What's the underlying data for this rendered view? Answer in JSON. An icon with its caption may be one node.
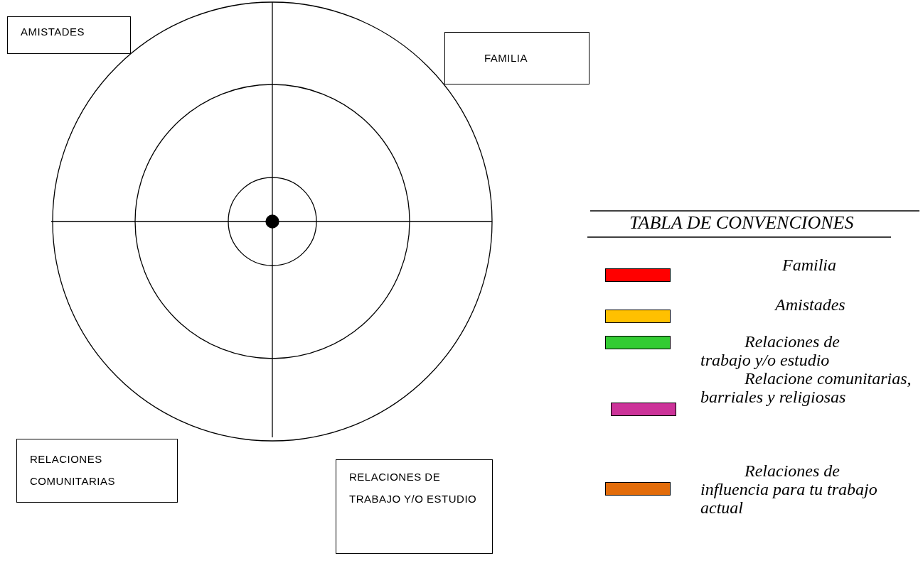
{
  "diagram": {
    "nodes": [
      {
        "text": [
          "AMISTADES"
        ]
      },
      {
        "text": [
          "FAMILIA"
        ]
      },
      {
        "text": [
          "RELACIONES COMUNITARIAS"
        ]
      },
      {
        "text": [
          "RELACIONES DE TRABAJO Y/O ESTUDIO"
        ]
      }
    ],
    "edges": [],
    "labels": [
      "TABLA DE CONVENCIONES"
    ],
    "legend": [
      {
        "text": "Familia",
        "color": "#ff0000"
      },
      {
        "text": "Amistades",
        "color": "#ffc000"
      },
      {
        "text": "Relaciones de trabajo y/o estudio",
        "color": "#33cc33"
      },
      {
        "text": "Relacione comunitarias, barriales y religiosas",
        "color": "#cc3399"
      },
      {
        "text": "Relaciones de influencia para tu trabajo actual",
        "color": "#e36c0a"
      }
    ]
  }
}
